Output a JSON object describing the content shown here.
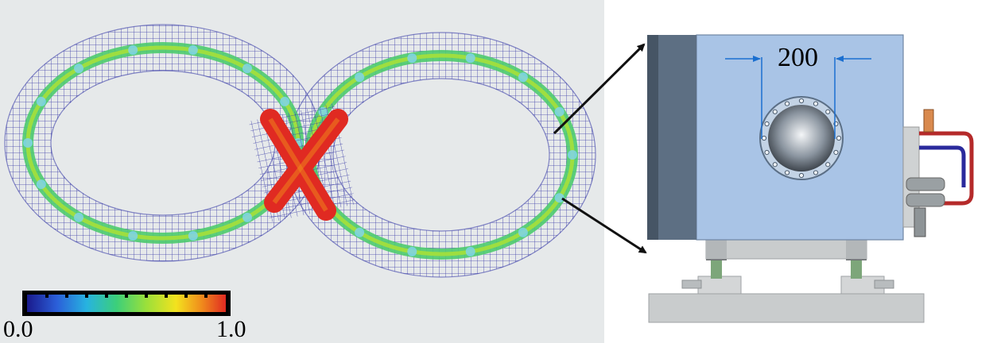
{
  "colorbar": {
    "min_label": "0.0",
    "max_label": "1.0",
    "stops": [
      "#1a1a8c",
      "#2b5fd9",
      "#27b3e0",
      "#3ccf7a",
      "#9be03a",
      "#f3e21e",
      "#f08a1c",
      "#e02a22"
    ]
  },
  "dimension": {
    "label": "200"
  },
  "colors": {
    "wireframe": "#3b3da8",
    "magnet_body": "#a9c4e6",
    "magnet_dark_side": "#5d6f83",
    "support_gray": "#c9cccd",
    "arrow": "#111111",
    "dim_line": "#1a6fd0"
  }
}
